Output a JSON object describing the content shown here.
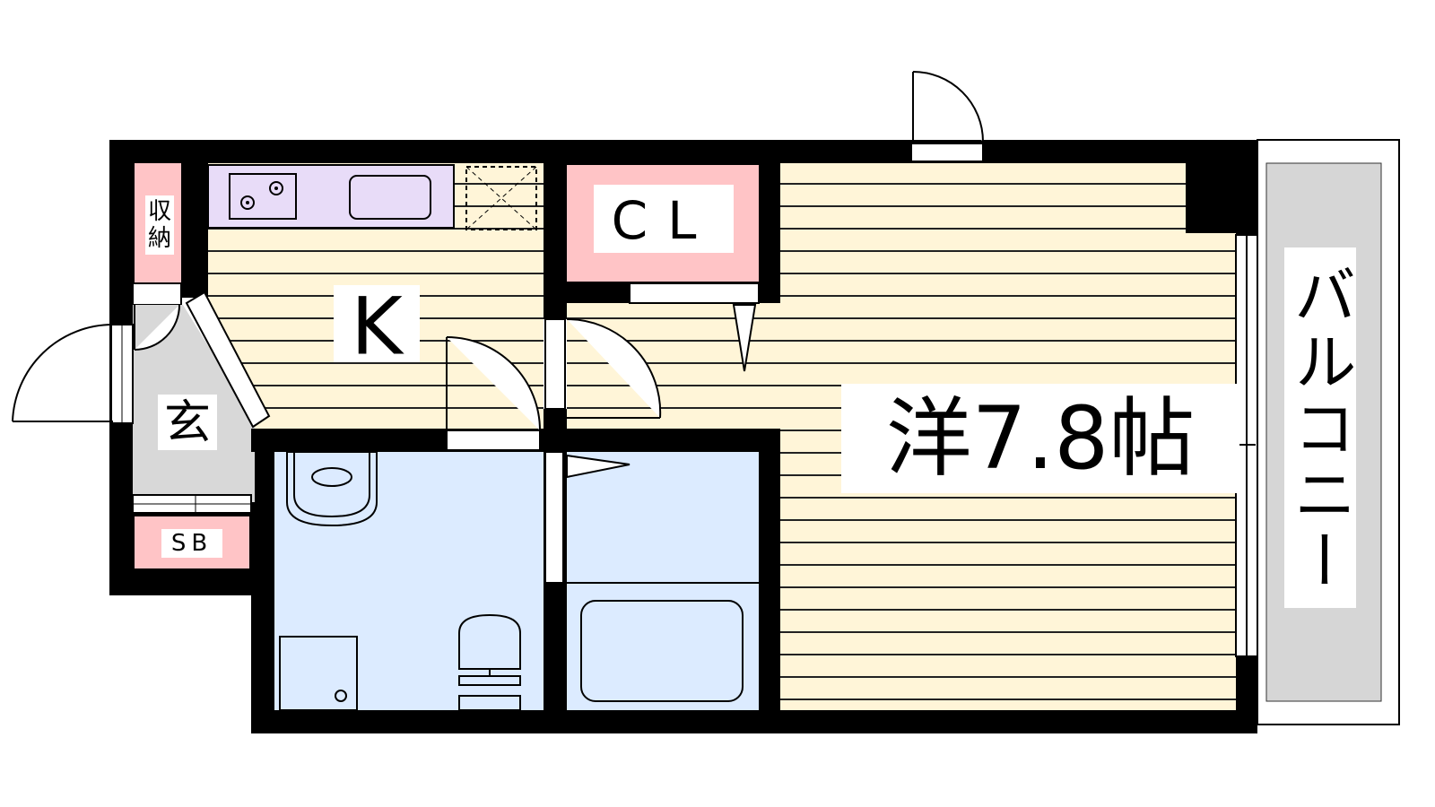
{
  "rooms": {
    "main": {
      "label": "洋7.8帖"
    },
    "kitchen": {
      "label": "K"
    },
    "closet": {
      "label": "CL"
    },
    "entrance": {
      "label": "玄"
    },
    "storage": {
      "label_top": "収",
      "label_bottom": "納"
    },
    "shoe_box": {
      "label": "SB"
    },
    "balcony": {
      "label": "バルコニー"
    }
  },
  "colors": {
    "wall": "#000000",
    "floor_wood": "#fff5d8",
    "floor_lines": "#222222",
    "wet_area": "#dcebff",
    "storage_pink": "#ffc4c6",
    "kitchen_counter": "#e8dcf8",
    "entrance_floor": "#d8d8d8",
    "balcony_floor": "#d6d6d6"
  },
  "icons": [
    "stove-icon",
    "sink-icon",
    "fridge-space-icon",
    "washbasin-icon",
    "toilet-icon",
    "bathtub-icon",
    "washing-machine-pan-icon"
  ]
}
